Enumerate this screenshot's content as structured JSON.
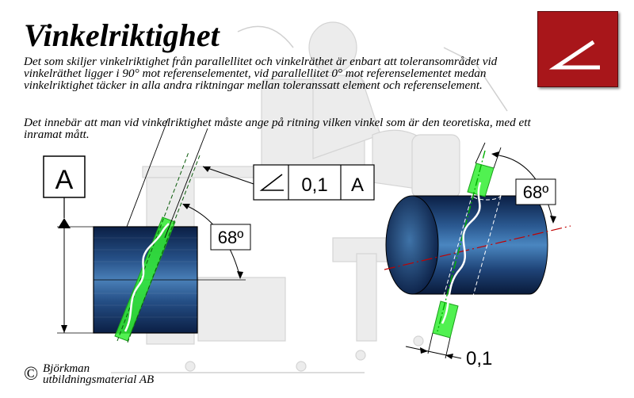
{
  "title": "Vinkelriktighet",
  "paragraphs": [
    "Det som skiljer vinkelriktighet från parallellitet och vinkelräthet är enbart att toleransområdet vid vinkelräthet ligger i 90° mot referenselementet, vid parallellitet 0° mot referenselementet medan vinkelriktighet täcker in alla andra riktningar mellan toleranssatt element och referenselement.",
    "Det innebär att man vid vinkelriktighet måste ange på ritning vilken vinkel som är den teoretiska, med ett inramat mått."
  ],
  "symbol_icon": "angularity-icon",
  "datum_label": "A",
  "feature_control_frame": {
    "symbol": "angularity-icon",
    "tolerance": "0,1",
    "datum": "A"
  },
  "angle_left": "68º",
  "angle_right": "68º",
  "tolerance_label": "0,1",
  "copyright": {
    "symbol": "©",
    "line1": "Björkman",
    "line2": "utbildningsmaterial AB"
  },
  "colors": {
    "symbol_background": "#a8161a",
    "tolerance_zone": "#33ee33",
    "block_dark": "#0a1f44",
    "block_light": "#3f73a6",
    "reference_line": "#c00000"
  }
}
